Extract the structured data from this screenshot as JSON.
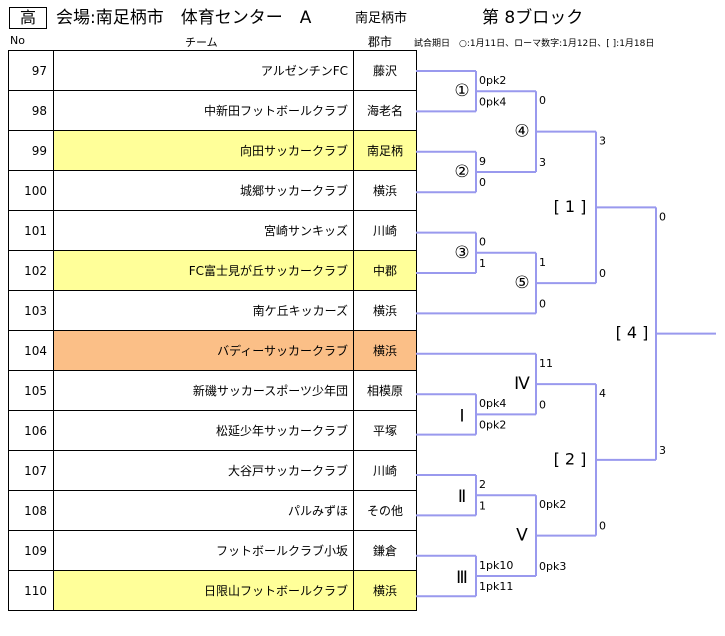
{
  "header": {
    "grade": "高",
    "venue": "会場:南足柄市　体育センター　A",
    "venue_sub": "南足柄市",
    "block_title": "第 8ブロック",
    "col_no": "No",
    "col_team": "チーム",
    "col_city": "郡市",
    "dates_note": "試合期日　○:1月11日、ローマ数字:1月12日、[ ]:1月18日"
  },
  "teams": [
    {
      "no": "97",
      "name": "アルゼンチンFC",
      "city": "藤沢",
      "highlight": "none"
    },
    {
      "no": "98",
      "name": "中新田フットボールクラブ",
      "city": "海老名",
      "highlight": "none"
    },
    {
      "no": "99",
      "name": "向田サッカークラブ",
      "city": "南足柄",
      "highlight": "yellow"
    },
    {
      "no": "100",
      "name": "城郷サッカークラブ",
      "city": "横浜",
      "highlight": "none"
    },
    {
      "no": "101",
      "name": "宮崎サンキッズ",
      "city": "川崎",
      "highlight": "none"
    },
    {
      "no": "102",
      "name": "FC富士見が丘サッカークラブ",
      "city": "中郡",
      "highlight": "yellow"
    },
    {
      "no": "103",
      "name": "南ケ丘キッカーズ",
      "city": "横浜",
      "highlight": "none"
    },
    {
      "no": "104",
      "name": "バディーサッカークラブ",
      "city": "横浜",
      "highlight": "orange"
    },
    {
      "no": "105",
      "name": "新磯サッカースポーツ少年団",
      "city": "相模原",
      "highlight": "none"
    },
    {
      "no": "106",
      "name": "松延少年サッカークラブ",
      "city": "平塚",
      "highlight": "none"
    },
    {
      "no": "107",
      "name": "大谷戸サッカークラブ",
      "city": "川崎",
      "highlight": "none"
    },
    {
      "no": "108",
      "name": "パルみずほ",
      "city": "その他",
      "highlight": "none"
    },
    {
      "no": "109",
      "name": "フットボールクラブ小坂",
      "city": "鎌倉",
      "highlight": "none"
    },
    {
      "no": "110",
      "name": "日限山フットボールクラブ",
      "city": "横浜",
      "highlight": "yellow"
    }
  ],
  "matches": [
    {
      "label": "①",
      "top_score": "0pk2",
      "bottom_score": "0pk4"
    },
    {
      "label": "②",
      "top_score": "9",
      "bottom_score": "0"
    },
    {
      "label": "③",
      "top_score": "0",
      "bottom_score": "1"
    },
    {
      "label": "④",
      "top_score": "0",
      "bottom_score": "3"
    },
    {
      "label": "⑤",
      "top_score": "1",
      "bottom_score": "0"
    },
    {
      "label": "Ⅰ",
      "top_score": "0pk4",
      "bottom_score": "0pk2"
    },
    {
      "label": "Ⅱ",
      "top_score": "2",
      "bottom_score": "1"
    },
    {
      "label": "Ⅲ",
      "top_score": "1pk10",
      "bottom_score": "1pk11"
    },
    {
      "label": "Ⅳ",
      "top_score": "11",
      "bottom_score": "0"
    },
    {
      "label": "Ⅴ",
      "top_score": "0pk2",
      "bottom_score": "0pk3"
    },
    {
      "label": "[ 1 ]",
      "top_score": "3",
      "bottom_score": "0"
    },
    {
      "label": "[ 2 ]",
      "top_score": "4",
      "bottom_score": "0"
    },
    {
      "label": "[ 4 ]",
      "top_score": "0",
      "bottom_score": "3"
    }
  ],
  "colors": {
    "bracket_line": "#9999ee",
    "highlight_yellow": "#ffff99",
    "highlight_orange": "#fbbf87"
  }
}
